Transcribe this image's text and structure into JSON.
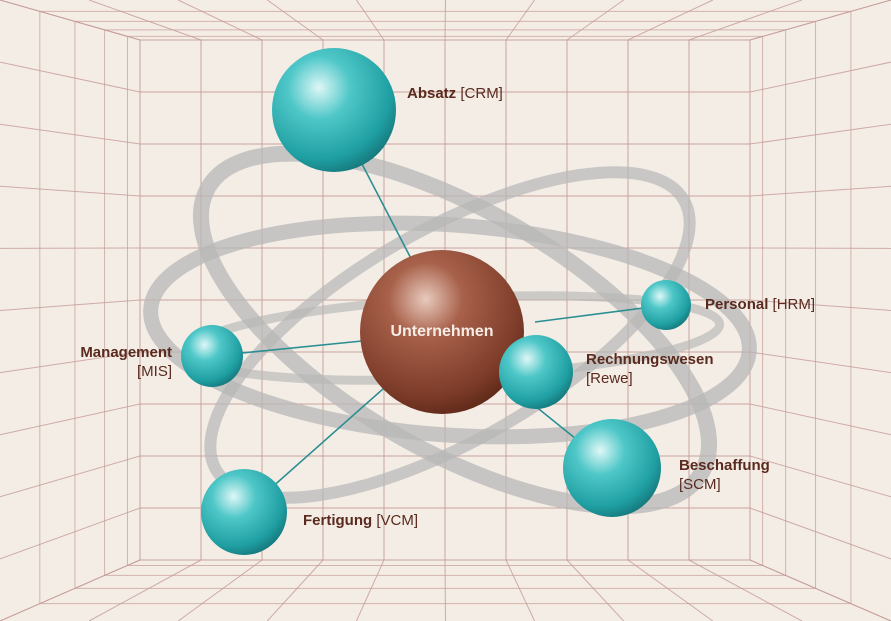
{
  "colors": {
    "background": "#f4ede6",
    "grid": "#c49a96",
    "orbit": "#b7b7b7",
    "connector": "#2a8e92",
    "satellite": "#2fb7b9",
    "core": "#8c4a34",
    "label": "#5a2a1e"
  },
  "core": {
    "label": "Unternehmen"
  },
  "nodes": [
    {
      "id": "absatz",
      "name": "Absatz",
      "abbr": "[CRM]"
    },
    {
      "id": "personal",
      "name": "Personal",
      "abbr": "[HRM]"
    },
    {
      "id": "management",
      "name": "Management",
      "abbr": "[MIS]"
    },
    {
      "id": "rechnungswesen",
      "name": "Rechnungswesen",
      "abbr": "[Rewe]"
    },
    {
      "id": "beschaffung",
      "name": "Beschaffung",
      "abbr": "[SCM]"
    },
    {
      "id": "fertigung",
      "name": "Fertigung",
      "abbr": "[VCM]"
    }
  ]
}
